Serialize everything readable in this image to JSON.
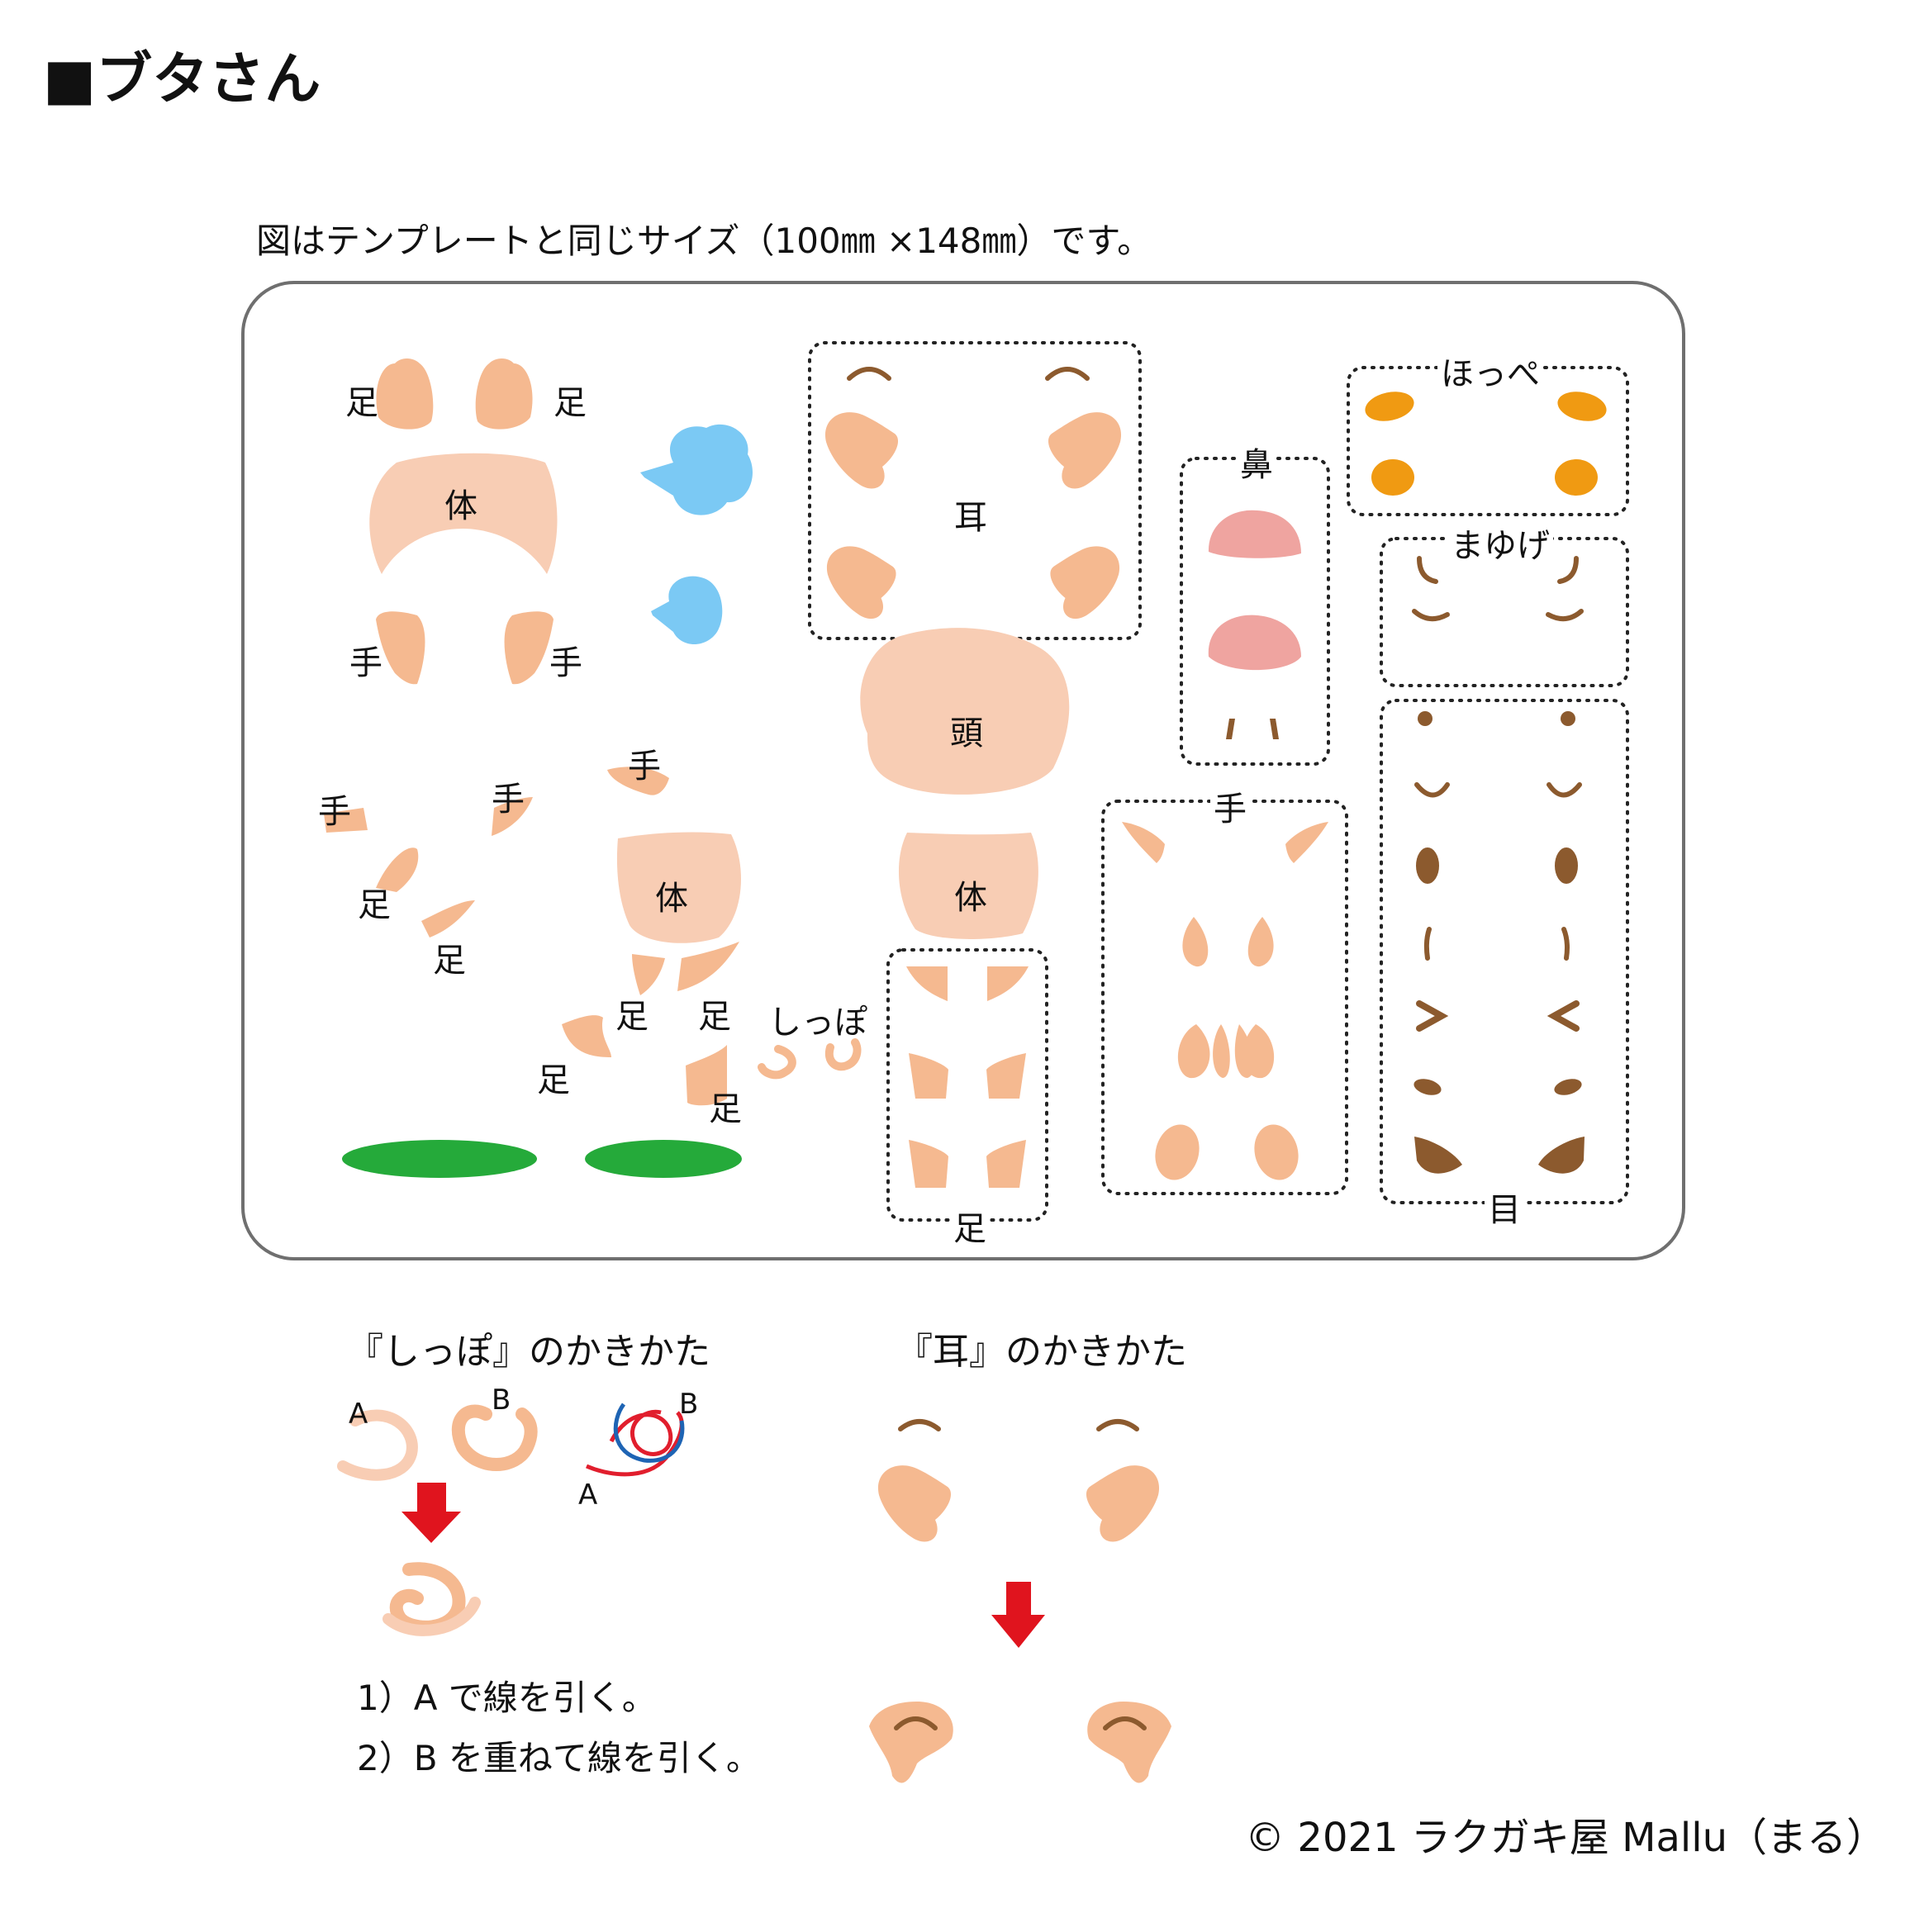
{
  "title": "■ブタさん",
  "subtitle": "図はテンプレートと同じサイズ（100㎜ ×148㎜）です。",
  "colors": {
    "skin": "#F5B990",
    "pale": "#F8CDB4",
    "nose": "#EFA4A0",
    "feature": "#8C5A2E",
    "cheek": "#F09A12",
    "bubble": "#7BC9F4",
    "grass": "#25AA3A",
    "arrow": "#E0141E",
    "guide_blue": "#1E64B4",
    "guide_red": "#E11E2D",
    "frame": "#6f6f6f"
  },
  "template": {
    "labels": {
      "foot": "足",
      "hand": "手",
      "body": "体",
      "head": "頭",
      "ear": "耳",
      "nose": "鼻",
      "cheeks": "ほっぺ",
      "eyebrows": "まゆげ",
      "eye": "目",
      "tail": "しっぽ"
    }
  },
  "howto": {
    "tail": {
      "title": "『しっぽ』のかきかた",
      "label_a": "A",
      "label_b": "B",
      "step1": "1）A で線を引く。",
      "step2": "2）B を重ねて線を引く。"
    },
    "ear": {
      "title": "『耳』のかきかた"
    }
  },
  "copyright": "© 2021 ラクガキ屋 Mallu（まる）"
}
